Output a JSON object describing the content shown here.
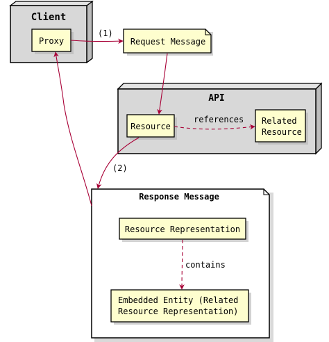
{
  "nodes": {
    "client": {
      "title": "Client"
    },
    "proxy": {
      "label": "Proxy"
    },
    "request_message": {
      "label": "Request Message"
    },
    "api": {
      "title": "API"
    },
    "resource": {
      "label": "Resource"
    },
    "related_resource": {
      "line1": "Related",
      "line2": "Resource"
    },
    "response_message": {
      "title": "Response Message"
    },
    "resource_representation": {
      "label": "Resource Representation"
    },
    "embedded_entity": {
      "line1": "Embedded Entity (Related",
      "line2": "Resource Representation)"
    }
  },
  "edges": {
    "proxy_to_request": {
      "label": "(1)"
    },
    "resource_to_related": {
      "label": "references"
    },
    "resource_to_response": {
      "label": "(2)"
    },
    "representation_to_embedded": {
      "label": "contains"
    }
  },
  "colors": {
    "container_fill": "#d8d8d8",
    "note_fill": "#fefece",
    "border": "#000000",
    "arrow": "#a80036",
    "shadow": "#b4b4b4"
  }
}
